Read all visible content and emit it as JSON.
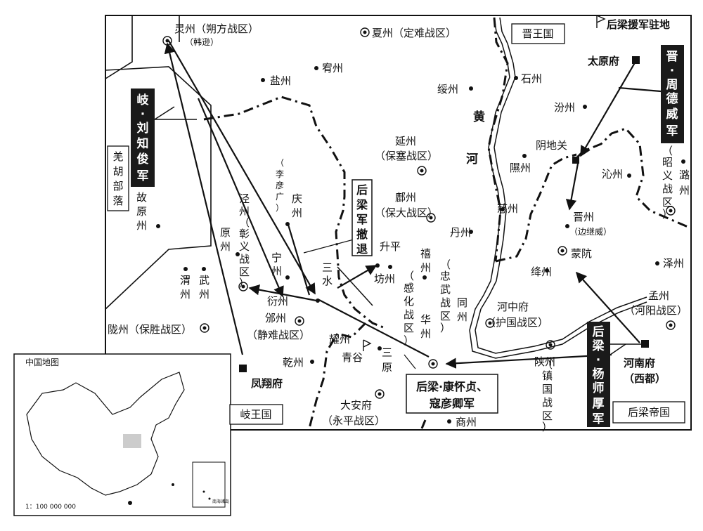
{
  "legend": {
    "label": "后梁援军驻地"
  },
  "states": {
    "jin": "晋王国",
    "qi": "岐王国",
    "houliang": "后梁帝国",
    "qiang": [
      "羌",
      "胡",
      "部",
      "落"
    ]
  },
  "armies": {
    "jin": [
      "晋",
      "·",
      "周",
      "德",
      "威",
      "军"
    ],
    "qi": [
      "岐",
      "·",
      "刘",
      "知",
      "俊",
      "军"
    ],
    "yang": [
      "后",
      "梁",
      "·",
      "杨",
      "师",
      "厚",
      "军"
    ],
    "kang": [
      "后梁·康怀贞、",
      "寇彦卿军"
    ],
    "retreat": [
      "后",
      "梁",
      "军",
      "撤",
      "退"
    ]
  },
  "places": {
    "lingzhou": "灵州（朔方战区）",
    "lingzhou_sub": "（韩逊）",
    "xiazhou": "夏州（定难战区）",
    "yanzhou": "盐州",
    "youzhou": "宥州",
    "suizhou": "绥州",
    "shizhou": "石州",
    "taiyuan": "太原府",
    "fenzhou": "汾州",
    "yindiguan": "阴地关",
    "xizhou": "隰州",
    "qinzhou": "沁州",
    "luzhou": "潞",
    "luzhou2": "州",
    "zhaoyi": [
      "（",
      "昭",
      "义",
      "战",
      "区",
      "）"
    ],
    "yanzhou2": "延州",
    "baosai": "（保塞战区）",
    "fuzhou": "鄜州",
    "baoda": "（保大战区）",
    "danzhou": "丹州",
    "cizhou": "慈州",
    "jinzhou": "晋州",
    "jinzhou_sub": "（边继威）",
    "mengkeng": "蒙阬",
    "jiangzhou": "绛州",
    "zezhou": "泽州",
    "mengzhou": "孟州",
    "heyang": "（河阳战区）",
    "hezhong": "河中府",
    "huguo": "（护国战区）",
    "henan": "河南府",
    "xidu": "（西都）",
    "shanzhou": "陕州",
    "zhenguo": [
      "（",
      "镇",
      "国",
      "战",
      "区",
      "）"
    ],
    "shangzhou": "商州",
    "daan": "大安府",
    "yongping": "（永平战区）",
    "fengxiang": "凤翔府",
    "qianzhou": "乾州",
    "yaozhou": "耀州",
    "qinggu": "青谷",
    "sanyuan": [
      "三",
      "原"
    ],
    "binzhou": "邠州",
    "jingnan": "（静难战区）",
    "yanzhou3": "衍州",
    "sanshui": [
      "三",
      "水"
    ],
    "fangzhou": "坊州",
    "shengping": "升平",
    "ningzhou": [
      "宁",
      "州"
    ],
    "qingzhou": [
      "庆",
      "州"
    ],
    "liyanguang": [
      "（",
      "李",
      "彦",
      "广",
      "）"
    ],
    "jingzhou": [
      "泾",
      "州"
    ],
    "zhangyi": [
      "（",
      "彰",
      "义",
      "战",
      "区",
      "）"
    ],
    "yuanzhou": [
      "原",
      "州"
    ],
    "weizhou": [
      "渭",
      "州"
    ],
    "wuzhou": [
      "武",
      "州"
    ],
    "guyuan": [
      "故",
      "原",
      "州"
    ],
    "longzhou": "陇州（保胜战区）",
    "xizhou2": [
      "禧",
      "州"
    ],
    "ganhua": [
      "（",
      "感",
      "化",
      "战",
      "区",
      "）"
    ],
    "zhongwu": [
      "（",
      "忠",
      "武",
      "战",
      "区",
      "）"
    ],
    "huazhou": [
      "华",
      "州"
    ],
    "tongzhou": [
      "同",
      "州"
    ]
  },
  "rivers": {
    "huang": "黄",
    "he": "河"
  },
  "inset": {
    "title": "中国地图",
    "scale": "1：100 000 000",
    "nanhai": "南海诸岛"
  },
  "colors": {
    "ink": "#111111",
    "paper": "#ffffff",
    "box": "#1a1a1a",
    "highlight": "#cccccc"
  }
}
